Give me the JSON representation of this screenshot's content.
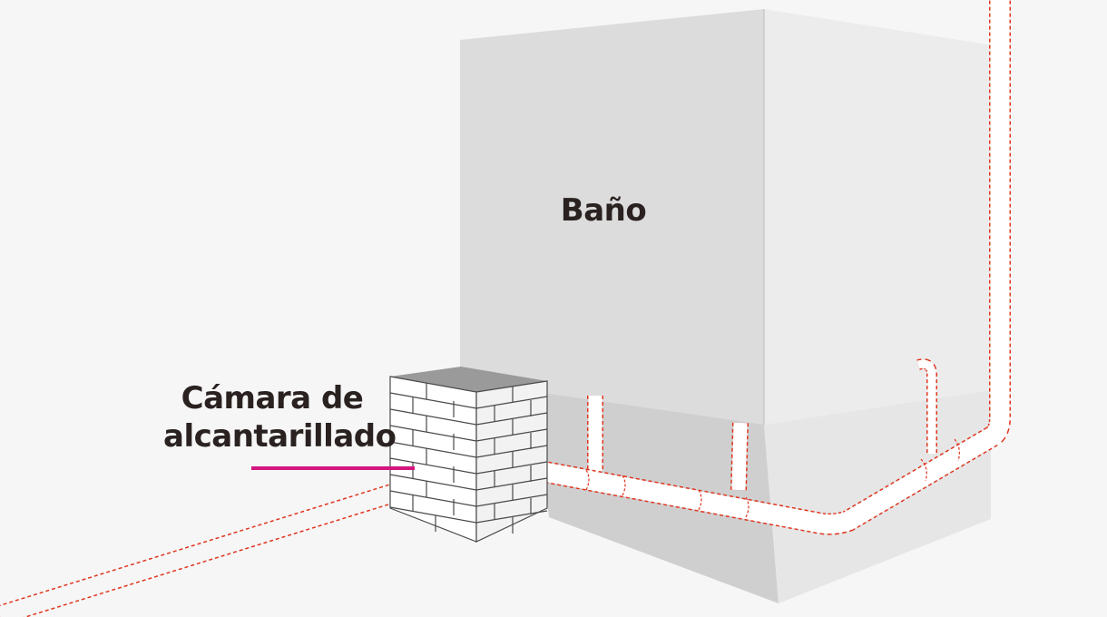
{
  "labels": {
    "room": "Baño",
    "chamber_line1": "Cámara de",
    "chamber_line2": "alcantarillado"
  },
  "colors": {
    "background": "#f6f6f6",
    "house_front": "#dcdcdc",
    "house_side": "#ececec",
    "foundation_front": "#cfcfcf",
    "foundation_side": "#e6e6e6",
    "pipe_dash": "#e0351f",
    "pipe_fill": "#ffffff",
    "leader_line": "#d4157f",
    "text": "#2a2220"
  }
}
